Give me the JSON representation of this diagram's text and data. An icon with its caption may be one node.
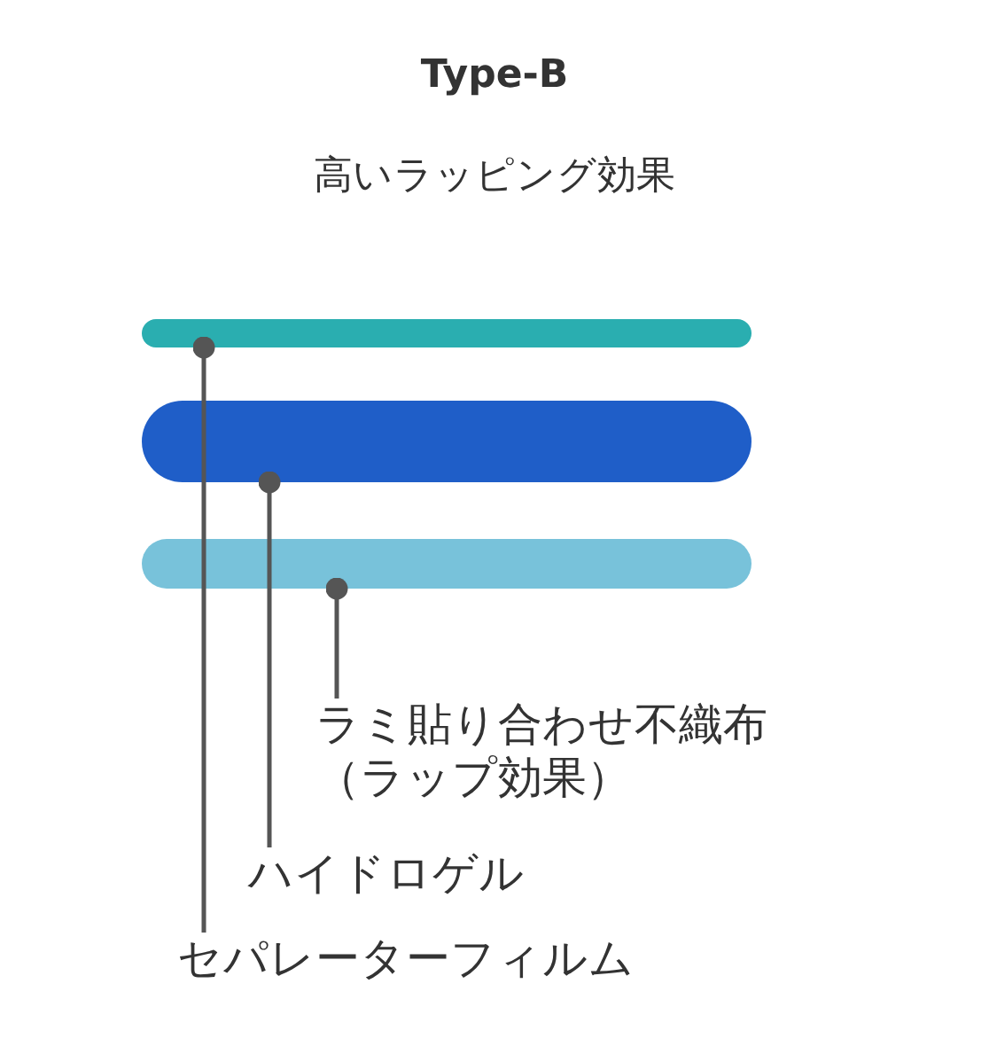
{
  "diagram": {
    "title": "Type-B",
    "nodes": [
      {
        "text": [],
        "shape": "bar"
      },
      {
        "text": [],
        "shape": "bar"
      },
      {
        "text": [],
        "shape": "bar"
      },
      {
        "text": [
          "ラミ貼り合わせ不織布（ラップ効果）"
        ]
      },
      {
        "text": [
          "ハイドロゲル"
        ]
      },
      {
        "text": [
          "セパレーターフィルム"
        ]
      }
    ],
    "edges": [
      {
        "from": 5,
        "to": 0,
        "arrow": "other"
      },
      {
        "from": 4,
        "to": 1,
        "arrow": "other"
      },
      {
        "from": 3,
        "to": 2,
        "arrow": "other"
      }
    ],
    "labels": [
      "高いラッピング効果"
    ]
  }
}
